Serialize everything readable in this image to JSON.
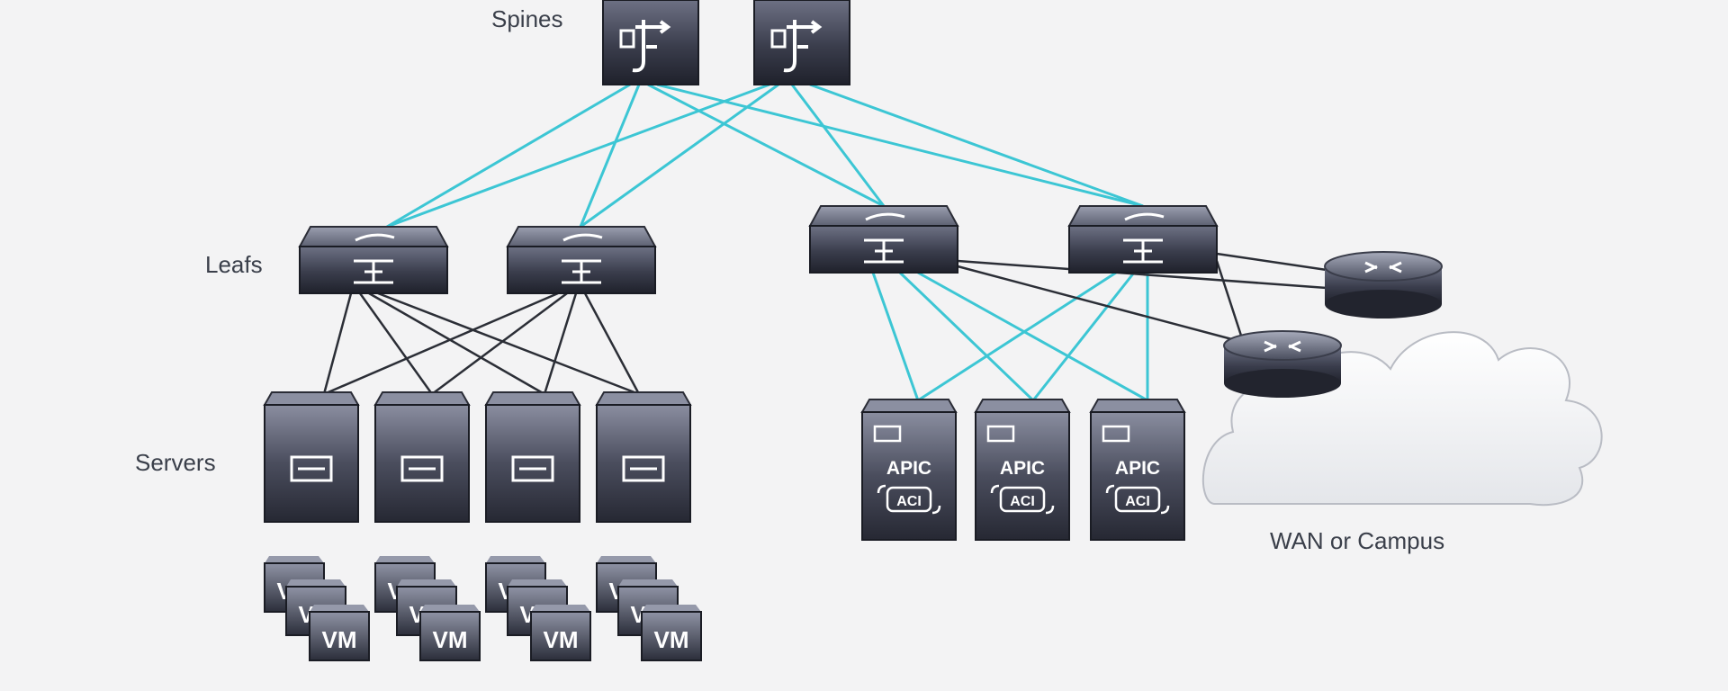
{
  "labels": {
    "spines": "Spines",
    "leafs": "Leafs",
    "servers": "Servers",
    "wan": "WAN or Campus"
  },
  "devices": {
    "vm_label": "VM",
    "apic_label": "APIC",
    "aci_label": "ACI"
  },
  "colors": {
    "background": "#f3f3f4",
    "fabric_link": "#3cc6d4",
    "access_link": "#2b2e36",
    "device_dark": "#2a2d3a",
    "device_light": "#6b6f80",
    "cloud": "#ffffff"
  },
  "icons": {
    "spine": "spine-switch-icon",
    "leaf": "leaf-switch-icon",
    "server": "server-icon",
    "vm": "vm-icon",
    "apic": "apic-controller-icon",
    "router": "router-icon",
    "cloud": "cloud-icon"
  }
}
